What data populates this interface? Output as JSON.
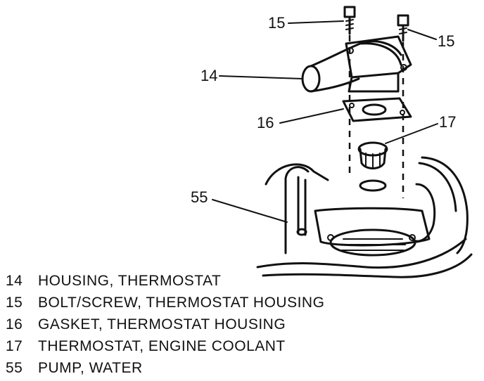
{
  "callouts": {
    "c15a": "15",
    "c15b": "15",
    "c14": "14",
    "c16": "16",
    "c17": "17",
    "c55": "55"
  },
  "legend": [
    {
      "num": "14",
      "text": "HOUSING, THERMOSTAT"
    },
    {
      "num": "15",
      "text": "BOLT/SCREW, THERMOSTAT HOUSING"
    },
    {
      "num": "16",
      "text": "GASKET, THERMOSTAT HOUSING"
    },
    {
      "num": "17",
      "text": "THERMOSTAT, ENGINE COOLANT"
    },
    {
      "num": "55",
      "text": "PUMP, WATER"
    }
  ]
}
